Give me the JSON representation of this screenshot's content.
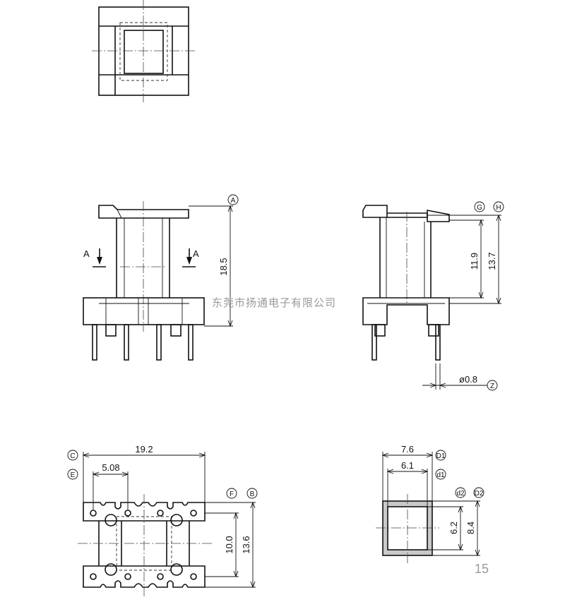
{
  "watermark": "东莞市扬通电子有限公司",
  "page_number": "15",
  "section_labels": {
    "left": "A",
    "right": "A"
  },
  "dimensions": {
    "front_height": "18.5",
    "side_inner": "11.9",
    "side_outer": "13.7",
    "pin_diameter": "ø0.8",
    "bottom_width": "19.2",
    "pin_pitch": "5.08",
    "bottom_inner_height": "10.0",
    "bottom_outer_height": "13.6",
    "section_outer_width": "7.6",
    "section_inner_width": "6.1",
    "section_inner_height": "6.2",
    "section_outer_height": "8.4"
  },
  "tags": {
    "a": "A",
    "g": "G",
    "h": "H",
    "z": "Z",
    "c": "C",
    "e": "E",
    "f": "F",
    "b": "B",
    "d1_upper": "D1",
    "d1_lower": "d1",
    "d2_lower": "d2",
    "d2_upper": "D2"
  }
}
